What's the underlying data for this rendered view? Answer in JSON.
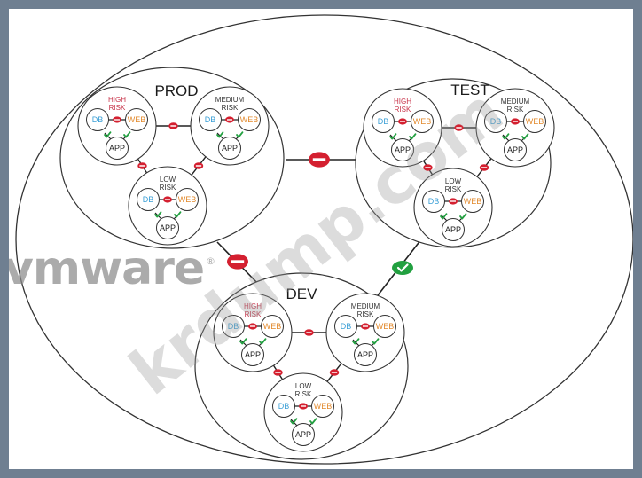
{
  "environments": [
    {
      "id": "prod",
      "label": "PROD"
    },
    {
      "id": "test",
      "label": "TEST"
    },
    {
      "id": "dev",
      "label": "DEV"
    }
  ],
  "zones": [
    {
      "id": "high",
      "risk_lines": [
        "HIGH",
        "RISK"
      ],
      "risk_color": "#c8344a"
    },
    {
      "id": "medium",
      "risk_lines": [
        "MEDIUM",
        "RISK"
      ],
      "risk_color": "#333333"
    },
    {
      "id": "low",
      "risk_lines": [
        "LOW",
        "RISK"
      ],
      "risk_color": "#333333"
    }
  ],
  "tiers": {
    "db": "DB",
    "web": "WEB",
    "app": "APP"
  },
  "colors": {
    "db": "#3a9fd6",
    "web": "#e2892c",
    "app": "#222222",
    "deny": "#d42030",
    "allow": "#22a040",
    "line": "#222222",
    "background": "#6f7f91"
  },
  "icons": {
    "deny": "no-entry-icon",
    "allow": "check-icon"
  },
  "env_links": [
    {
      "from": "prod",
      "to": "test",
      "status": "deny"
    },
    {
      "from": "prod",
      "to": "dev",
      "status": "deny"
    },
    {
      "from": "test",
      "to": "dev",
      "status": "allow"
    }
  ],
  "watermark": {
    "brand": "vmware",
    "brand_mark": "®",
    "site": "krdump.com"
  }
}
